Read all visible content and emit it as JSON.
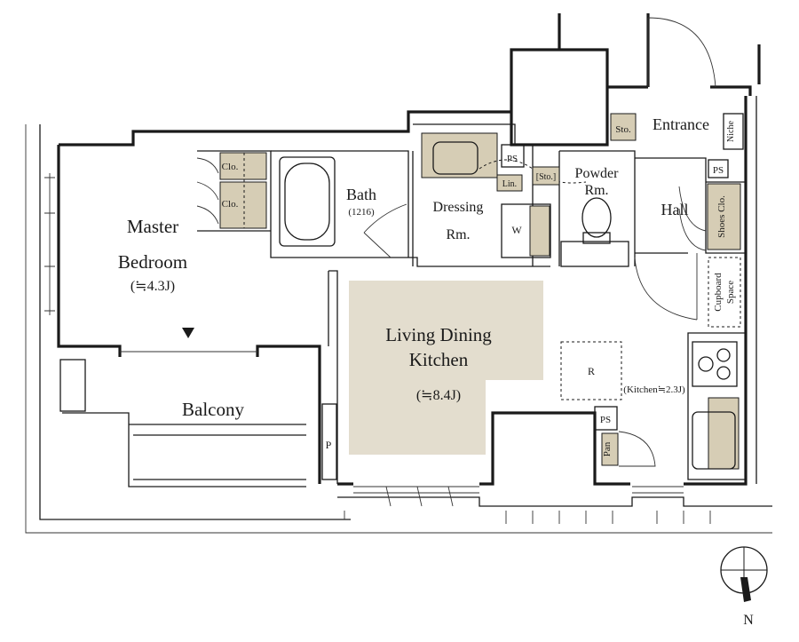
{
  "rooms": {
    "master": "Master",
    "bedroom": "Bedroom",
    "master_size": "(≒4.3J)",
    "balcony": "Balcony",
    "bath": "Bath",
    "bath_size": "(1216)",
    "dressing": "Dressing",
    "dressing_rm": "Rm.",
    "powder": "Powder",
    "powder_rm": "Rm.",
    "entrance": "Entrance",
    "niche": "Niche",
    "hall": "Hall",
    "ldk_line1": "Living Dining",
    "ldk_line2": "Kitchen",
    "ldk_size": "(≒8.4J)",
    "kitchen_size": "(Kitchen≒2.3J)"
  },
  "fixtures": {
    "clo": "Clo.",
    "sto": "Sto.",
    "sto_bracket": "[Sto.]",
    "lin": "Lin.",
    "ps": "PS",
    "w": "W",
    "r": "R",
    "p": "P",
    "pan": "Pan",
    "shoes_clo": "Shoes Clo.",
    "cupboard_line1": "Cupboard",
    "cupboard_line2": "Space"
  },
  "compass": {
    "north": "N"
  },
  "colors": {
    "wall": "#1a1a1a",
    "floor_highlight": "#e3ddce",
    "storage": "#d6cdb5"
  }
}
